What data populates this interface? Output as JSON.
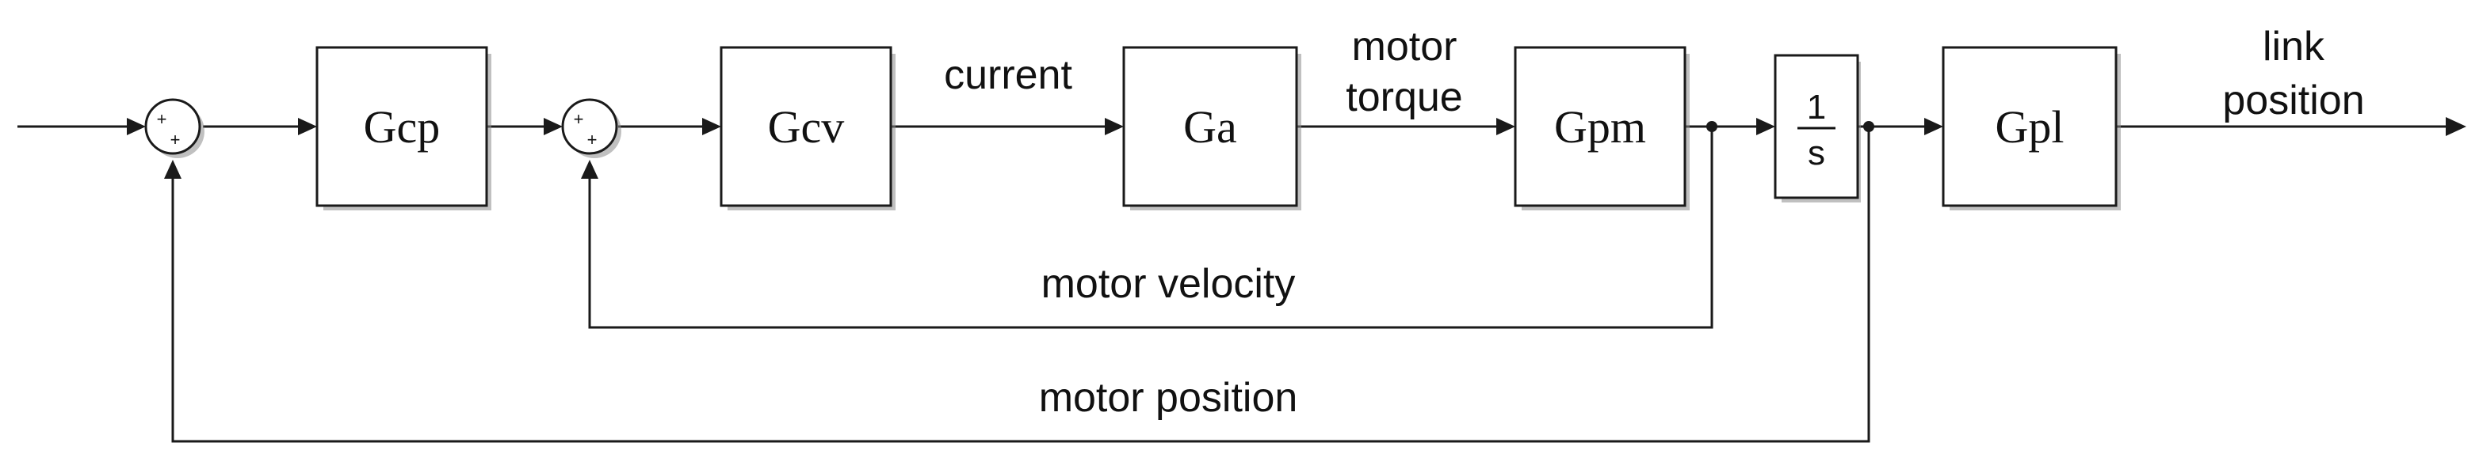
{
  "blocks": {
    "gcp": "Gcp",
    "gcv": "Gcv",
    "ga": "Ga",
    "gpm": "Gpm",
    "integrator_numerator": "1",
    "integrator_denominator": "s",
    "gpl": "Gpl"
  },
  "signals": {
    "current": "current",
    "motor_torque_line1": "motor",
    "motor_torque_line2": "torque",
    "link_position_line1": "link",
    "link_position_line2": "position",
    "motor_velocity": "motor velocity",
    "motor_position": "motor position"
  },
  "summing_junctions": {
    "outer_sign_top": "+",
    "outer_sign_bottom": "+",
    "inner_sign_top": "+",
    "inner_sign_bottom": "+"
  }
}
